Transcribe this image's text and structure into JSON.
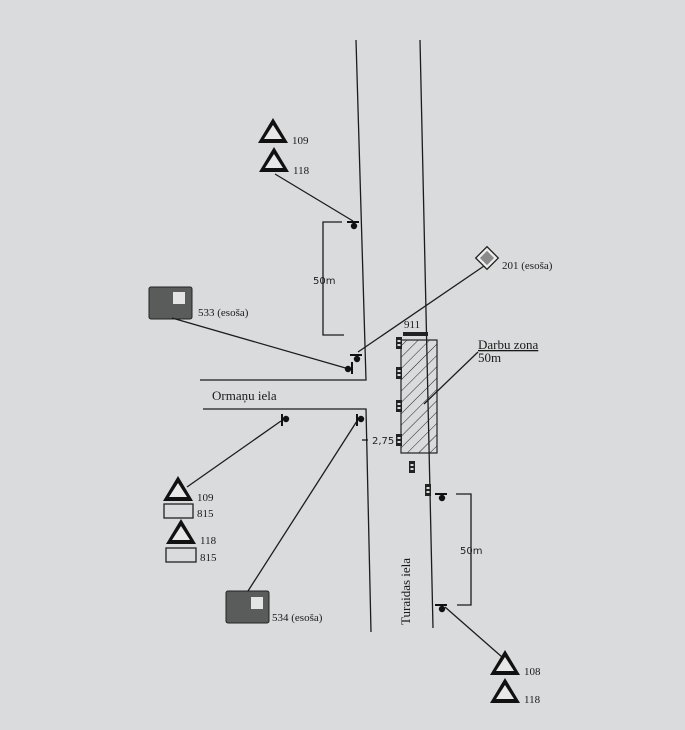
{
  "streets": {
    "side_street": "Ormaņu iela",
    "main_street": "Turaidas iela"
  },
  "work_zone": {
    "title": "Darbu zona",
    "length": "50m",
    "barrier_code": "911"
  },
  "dimensions": {
    "upper_spacing": "50m",
    "lower_spacing": "50m",
    "lane_width": "2,75"
  },
  "signs": {
    "top_a": "109",
    "top_b": "118",
    "info_533": "533 (esoša)",
    "priority_201": "201 (esoša)",
    "left_a": "109",
    "left_a_plate": "815",
    "left_b": "118",
    "left_b_plate": "815",
    "info_534": "534 (esoša)",
    "bottom_a": "108",
    "bottom_b": "118"
  },
  "colors": {
    "paper": "#d9dbdc",
    "ink": "#1c1c1c",
    "info_sign": "#5a5c5c",
    "priority_sign": "#8a8a8a"
  }
}
